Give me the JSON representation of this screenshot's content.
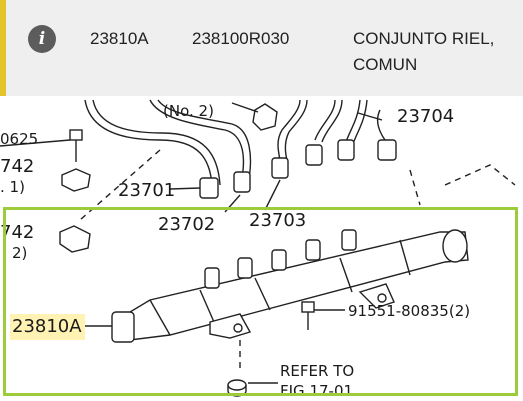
{
  "tooltip": {
    "icon": "info-icon",
    "part_number": "23810A",
    "reference": "238100R030",
    "description": "CONJUNTO RIEL, COMUN"
  },
  "diagram": {
    "labels": {
      "no2": "(No. 2)",
      "c23704": "23704",
      "c0625": "0625",
      "c742a": "742",
      "c1a": ". 1)",
      "c23701": "23701",
      "c23702": "23702",
      "c23703": "23703",
      "c742b": "742",
      "c2b": "2)",
      "c91551": "91551-80835(2)",
      "refer_to": "REFER TO",
      "fig": "FIG 17-01"
    },
    "main_part": "23810A",
    "colors": {
      "highlight": "#9ccb3b",
      "label_bg": "#fff2b3",
      "accent": "#e5c32c"
    }
  }
}
